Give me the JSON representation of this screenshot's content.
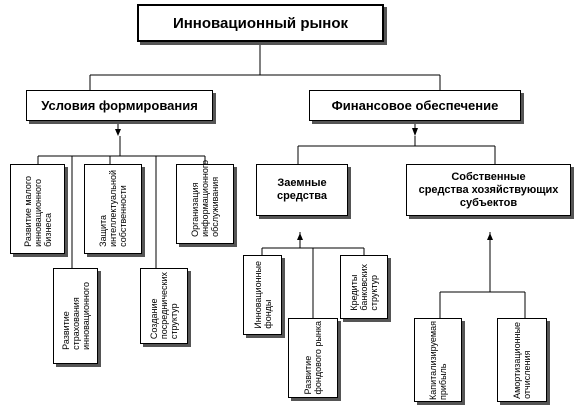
{
  "root": {
    "title": "Инновационный рынок"
  },
  "left": {
    "title": "Условия формирования",
    "children": [
      "Развитие малого\nинновационного\nбизнеса",
      "Развитие\nстрахования\nинновационного",
      "Защита\nинтеллектуальной\nсобственности",
      "Создание\nпосреднических\nструктур",
      "Организация\nинформационного\nобслуживания"
    ]
  },
  "right": {
    "title": "Финансовое обеспечение",
    "borrowed": {
      "title": "Заемные\nсредства",
      "children": [
        "Инновационные\nфонды",
        "Развитие\nфондового рынка",
        "Кредиты\nбанковских\nструктур"
      ]
    },
    "own": {
      "title": "Собственные\nсредства  хозяйствующих\nсубъектов",
      "children": [
        "Капитализируемая\nприбыль",
        "Амортизационные\nотчисления"
      ]
    }
  }
}
